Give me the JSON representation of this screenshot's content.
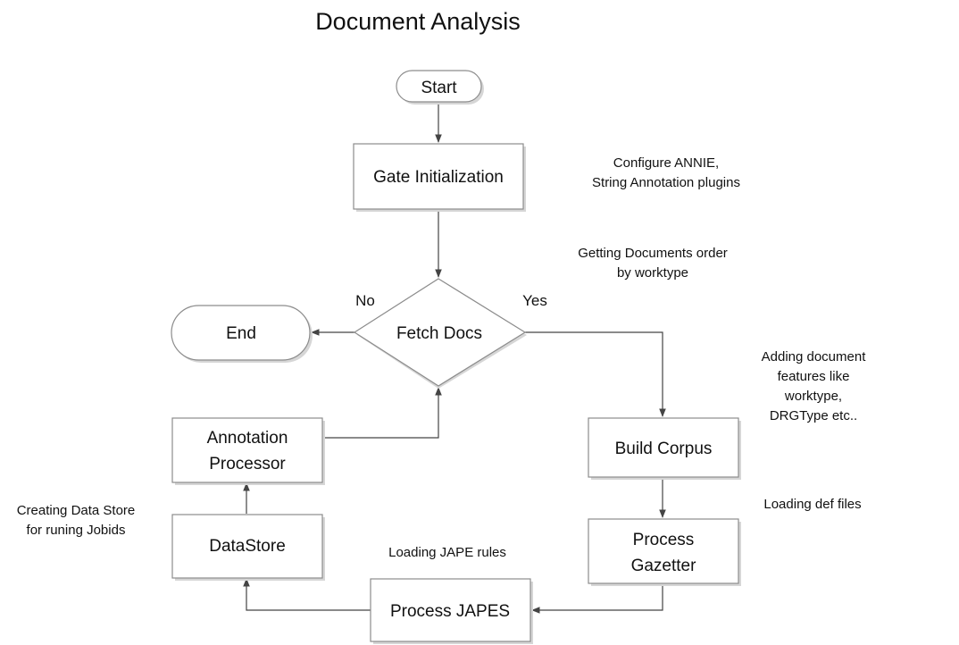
{
  "title": "Document Analysis",
  "nodes": {
    "start": "Start",
    "gate_init": "Gate Initialization",
    "fetch_docs": "Fetch Docs",
    "end": "End",
    "annotation_processor": [
      "Annotation",
      "Processor"
    ],
    "build_corpus": "Build Corpus",
    "datastore": "DataStore",
    "process_gazetter": [
      "Process",
      "Gazetter"
    ],
    "process_japes": "Process JAPES"
  },
  "branch_labels": {
    "no": "No",
    "yes": "Yes"
  },
  "notes": {
    "configure": [
      "Configure ANNIE,",
      "String Annotation plugins"
    ],
    "getting_docs": [
      "Getting Documents order",
      "by worktype"
    ],
    "adding_features": [
      "Adding document",
      "features like",
      "worktype,",
      "DRGType etc.."
    ],
    "loading_def": [
      "Loading def files"
    ],
    "creating_store": [
      "Creating Data Store",
      "for runing Jobids"
    ],
    "loading_jape": [
      "Loading JAPE rules"
    ]
  },
  "colors": {
    "box_fill": "#ffffff",
    "box_stroke": "#8c8c8c",
    "shadow": "#d6d6d6",
    "edge": "#444444"
  }
}
